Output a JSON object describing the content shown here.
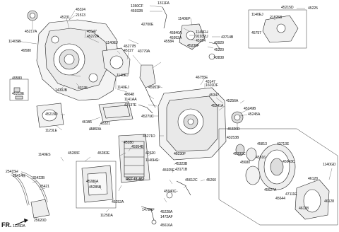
{
  "diagram": {
    "labels": [
      {
        "id": "l45324",
        "text": "45324"
      },
      {
        "id": "l21513",
        "text": "21513"
      },
      {
        "id": "l1311FA",
        "text": "1311FA"
      },
      {
        "id": "l1360CF",
        "text": "1360CF"
      },
      {
        "id": "l45932B",
        "text": "45932B"
      },
      {
        "id": "l1140EP",
        "text": "1140EP"
      },
      {
        "id": "l45215D",
        "text": "45215D"
      },
      {
        "id": "l45225",
        "text": "45225"
      },
      {
        "id": "l1140EJ_a",
        "text": "1140EJ"
      },
      {
        "id": "l21825B",
        "text": "21825B"
      },
      {
        "id": "l45231",
        "text": "45231"
      },
      {
        "id": "l45217A",
        "text": "45217A"
      },
      {
        "id": "l42700E",
        "text": "42700E"
      },
      {
        "id": "l45757",
        "text": "45757"
      },
      {
        "id": "l43147",
        "text": "43147"
      },
      {
        "id": "l45272A",
        "text": "45272A"
      },
      {
        "id": "l45840A",
        "text": "45840A"
      },
      {
        "id": "l1140FH",
        "text": "1140FH"
      },
      {
        "id": "l91932U",
        "text": "91932U"
      },
      {
        "id": "l45952A",
        "text": "45952A"
      },
      {
        "id": "l45284",
        "text": "45284"
      },
      {
        "id": "l43714B",
        "text": "43714B"
      },
      {
        "id": "l1140SB",
        "text": "1140SB"
      },
      {
        "id": "l1140EJ_b",
        "text": "1140EJ"
      },
      {
        "id": "l45584",
        "text": "45584"
      },
      {
        "id": "l43929",
        "text": "43929"
      },
      {
        "id": "l45230F",
        "text": "45230F"
      },
      {
        "id": "l45220",
        "text": "45220"
      },
      {
        "id": "l49580_a",
        "text": "49580"
      },
      {
        "id": "l45277B",
        "text": "45277B"
      },
      {
        "id": "l45227",
        "text": "45227"
      },
      {
        "id": "l43779A",
        "text": "43779A"
      },
      {
        "id": "l43838",
        "text": "43838"
      },
      {
        "id": "l1140EJ_c",
        "text": "1140EJ"
      },
      {
        "id": "l46755E",
        "text": "46755E"
      },
      {
        "id": "l43147b",
        "text": "43147"
      },
      {
        "id": "l1601DF",
        "text": "1601DF"
      },
      {
        "id": "l49580_b",
        "text": "49580"
      },
      {
        "id": "l45218E",
        "text": "45218E"
      },
      {
        "id": "l1430JB",
        "text": "1430JB"
      },
      {
        "id": "l43135",
        "text": "43135"
      },
      {
        "id": "l1140EJ_d",
        "text": "1140EJ"
      },
      {
        "id": "l45951F",
        "text": "45951F"
      },
      {
        "id": "l48648",
        "text": "48648"
      },
      {
        "id": "l1141AA",
        "text": "1141AA"
      },
      {
        "id": "l43137E",
        "text": "43137E"
      },
      {
        "id": "l45347",
        "text": "45347"
      },
      {
        "id": "l45256A",
        "text": "45256A"
      },
      {
        "id": "l45241A",
        "text": "45241A"
      },
      {
        "id": "l45249B",
        "text": "45249B"
      },
      {
        "id": "l45245A",
        "text": "45245A"
      },
      {
        "id": "l45219D",
        "text": "45219D"
      },
      {
        "id": "l45271C",
        "text": "45271C"
      },
      {
        "id": "l46155",
        "text": "46155"
      },
      {
        "id": "l45321",
        "text": "45321"
      },
      {
        "id": "l1123LE",
        "text": "1123LE"
      },
      {
        "id": "l45860A",
        "text": "45860A"
      },
      {
        "id": "l45320D",
        "text": "45320D"
      },
      {
        "id": "l45271D",
        "text": "45271D"
      },
      {
        "id": "l43253B",
        "text": "43253B"
      },
      {
        "id": "l45280",
        "text": "45280"
      },
      {
        "id": "l45954B",
        "text": "45954B"
      },
      {
        "id": "l45813",
        "text": "45813"
      },
      {
        "id": "l43713E",
        "text": "43713E"
      },
      {
        "id": "l45332C",
        "text": "45332C"
      },
      {
        "id": "l1140ES",
        "text": "1140ES"
      },
      {
        "id": "l45283F",
        "text": "45283F"
      },
      {
        "id": "l45282E",
        "text": "45282E"
      },
      {
        "id": "l42620",
        "text": "42620"
      },
      {
        "id": "l1140HG",
        "text": "1140HG"
      },
      {
        "id": "l45230F_b",
        "text": "45230F"
      },
      {
        "id": "l45516",
        "text": "45516"
      },
      {
        "id": "l1140GD",
        "text": "1140GD"
      },
      {
        "id": "l45323B",
        "text": "45323B"
      },
      {
        "id": "l43171B",
        "text": "43171B"
      },
      {
        "id": "l45925E",
        "text": "45925E"
      },
      {
        "id": "l45643C",
        "text": "45643C"
      },
      {
        "id": "l45680",
        "text": "45680"
      },
      {
        "id": "l46128_a",
        "text": "46128"
      },
      {
        "id": "l25415H",
        "text": "25415H"
      },
      {
        "id": "l25414H",
        "text": "25414H"
      },
      {
        "id": "l25422B",
        "text": "25422B"
      },
      {
        "id": "lREF",
        "text": "REF.43-462"
      },
      {
        "id": "l45612C",
        "text": "45612C"
      },
      {
        "id": "l45260",
        "text": "45260"
      },
      {
        "id": "l25421",
        "text": "25421"
      },
      {
        "id": "l45286A",
        "text": "45286A"
      },
      {
        "id": "l45285B",
        "text": "45285B"
      },
      {
        "id": "l45940C",
        "text": "45940C"
      },
      {
        "id": "l45627A",
        "text": "45627A"
      },
      {
        "id": "l47111E",
        "text": "47111E"
      },
      {
        "id": "l45644",
        "text": "45644"
      },
      {
        "id": "l46128_b",
        "text": "46128"
      },
      {
        "id": "l45252A",
        "text": "45252A"
      },
      {
        "id": "l1125DA_a",
        "text": "1125DA"
      },
      {
        "id": "l1472AF_a",
        "text": "1472AF"
      },
      {
        "id": "l45228A",
        "text": "45228A"
      },
      {
        "id": "l1472AF_b",
        "text": "1472AF"
      },
      {
        "id": "l46128_c",
        "text": "46128"
      },
      {
        "id": "l1125DA_b",
        "text": "1125DA"
      },
      {
        "id": "l25620D",
        "text": "25620D"
      },
      {
        "id": "l45616A",
        "text": "45616A"
      }
    ],
    "direction_marker": "FR."
  }
}
